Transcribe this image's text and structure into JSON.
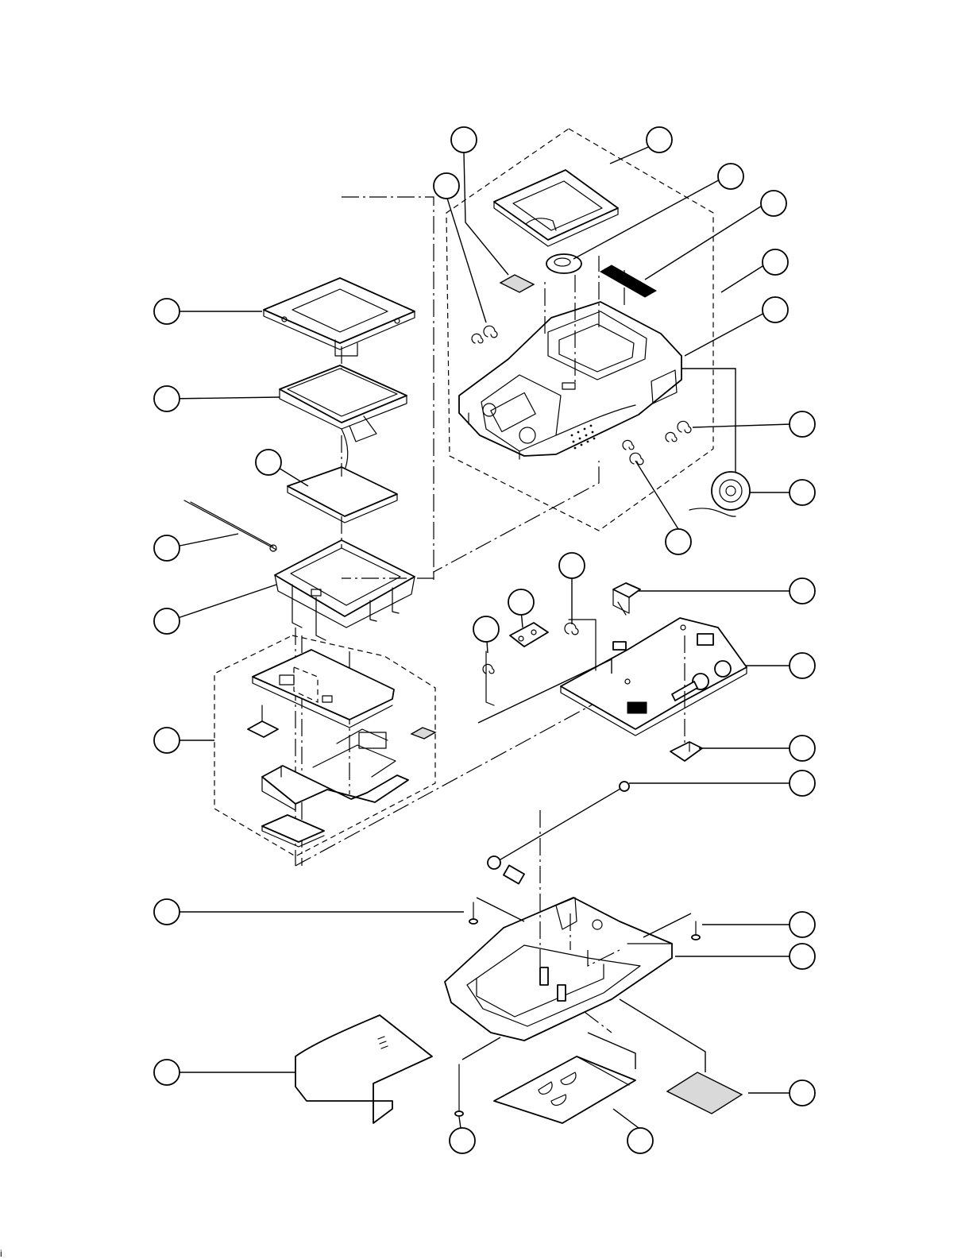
{
  "document": {
    "type": "exploded-view parts diagram",
    "callouts": [
      {
        "id": "a",
        "label": ""
      },
      {
        "id": "b",
        "label": ""
      },
      {
        "id": "c",
        "label": ""
      },
      {
        "id": "d",
        "label": ""
      },
      {
        "id": "e",
        "label": ""
      },
      {
        "id": "f",
        "label": ""
      },
      {
        "id": "g",
        "label": ""
      },
      {
        "id": "h",
        "label": ""
      },
      {
        "id": "i",
        "label": ""
      },
      {
        "id": "j",
        "label": ""
      },
      {
        "id": "k",
        "label": ""
      },
      {
        "id": "l",
        "label": ""
      },
      {
        "id": "m",
        "label": ""
      },
      {
        "id": "n",
        "label": ""
      },
      {
        "id": "o",
        "label": ""
      },
      {
        "id": "p",
        "label": ""
      },
      {
        "id": "q",
        "label": ""
      },
      {
        "id": "r",
        "label": ""
      },
      {
        "id": "s",
        "label": ""
      },
      {
        "id": "t",
        "label": ""
      },
      {
        "id": "u",
        "label": ""
      },
      {
        "id": "v",
        "label": ""
      },
      {
        "id": "w",
        "label": ""
      },
      {
        "id": "x",
        "label": ""
      },
      {
        "id": "y",
        "label": ""
      },
      {
        "id": "z",
        "label": ""
      },
      {
        "id": "aa",
        "label": ""
      }
    ]
  },
  "colors": {
    "line": "#000000",
    "background": "#ffffff"
  },
  "page_mark": "i"
}
